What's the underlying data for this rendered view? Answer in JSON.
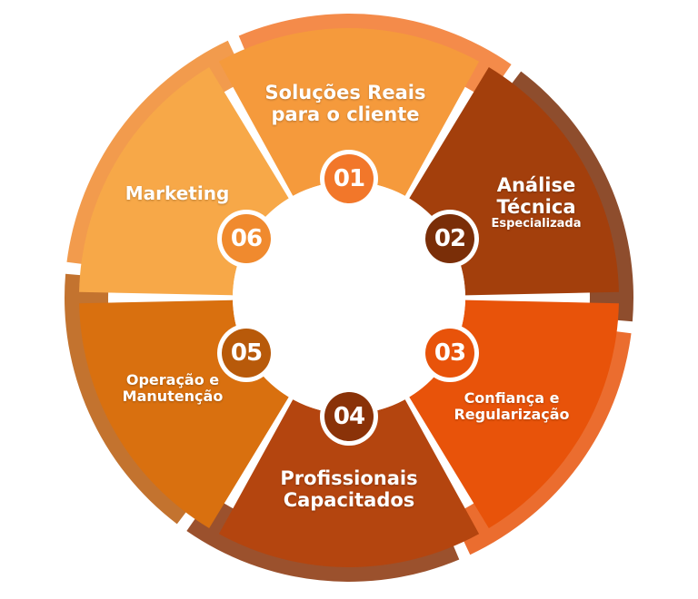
{
  "diagram": {
    "segments": [
      {
        "number": "01",
        "lines": [
          "Soluções Reais",
          "para o cliente"
        ],
        "color": "#F59A3C",
        "badge_color": "#F2772A"
      },
      {
        "number": "02",
        "lines": [
          "Análise",
          "Técnica",
          "Especializada"
        ],
        "color": "#A33F0C",
        "badge_color": "#7A2E08"
      },
      {
        "number": "03",
        "lines": [
          "Confiança e",
          "Regularização"
        ],
        "color": "#E8530A",
        "badge_color": "#E8530A"
      },
      {
        "number": "04",
        "lines": [
          "Profissionais",
          "Capacitados"
        ],
        "color": "#B4450F",
        "badge_color": "#8A3208"
      },
      {
        "number": "05",
        "lines": [
          "Operação e",
          "Manutenção"
        ],
        "color": "#D9700F",
        "badge_color": "#B85A0A"
      },
      {
        "number": "06",
        "lines": [
          "Marketing"
        ],
        "color": "#F7A848",
        "badge_color": "#F08A2E"
      }
    ]
  }
}
